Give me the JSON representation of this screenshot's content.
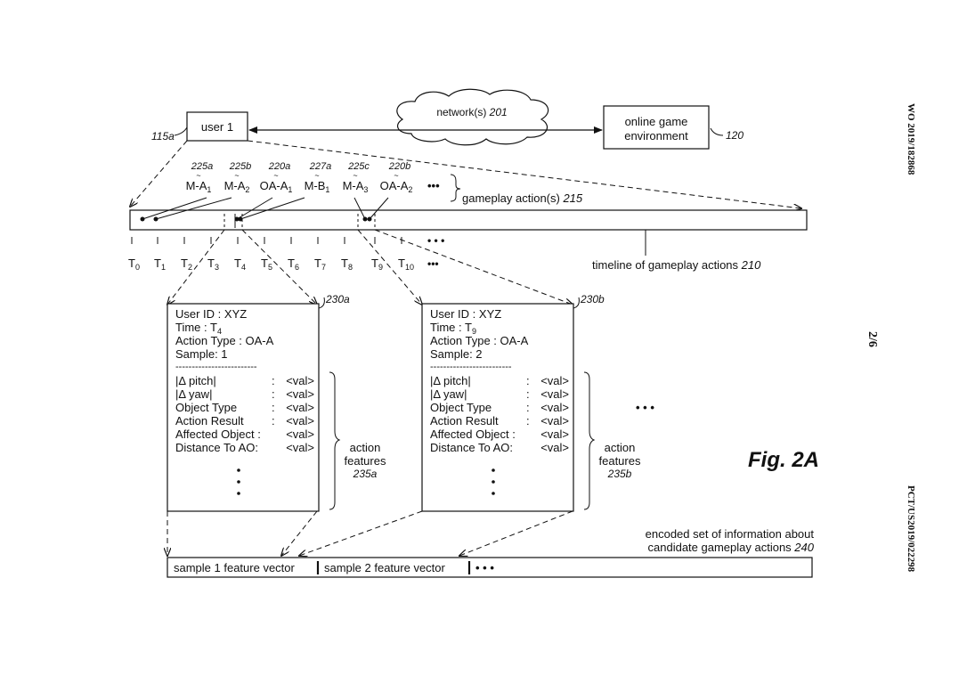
{
  "side": {
    "publication": "WO 2019/182868",
    "sheet": "2/6",
    "application": "PCT/US2019/022298"
  },
  "top": {
    "user_label": "user 1",
    "user_ref": "115a",
    "network_label": "network(s) ",
    "network_ref": "201",
    "env_line1": "online game",
    "env_line2": "environment",
    "env_ref": "120"
  },
  "actions": {
    "items": [
      {
        "ref": "225a",
        "base": "M-A",
        "sub": "1"
      },
      {
        "ref": "225b",
        "base": "M-A",
        "sub": "2"
      },
      {
        "ref": "220a",
        "base": "OA-A",
        "sub": "1"
      },
      {
        "ref": "227a",
        "base": "M-B",
        "sub": "1"
      },
      {
        "ref": "225c",
        "base": "M-A",
        "sub": "3"
      },
      {
        "ref": "220b",
        "base": "OA-A",
        "sub": "2"
      }
    ],
    "ellipsis": "•••",
    "group_label": "gameplay action(s) ",
    "group_ref": "215"
  },
  "timeline": {
    "ticks": [
      {
        "base": "T",
        "sub": "0"
      },
      {
        "base": "T",
        "sub": "1"
      },
      {
        "base": "T",
        "sub": "2"
      },
      {
        "base": "T",
        "sub": "3"
      },
      {
        "base": "T",
        "sub": "4"
      },
      {
        "base": "T",
        "sub": "5"
      },
      {
        "base": "T",
        "sub": "6"
      },
      {
        "base": "T",
        "sub": "7"
      },
      {
        "base": "T",
        "sub": "8"
      },
      {
        "base": "T",
        "sub": "9"
      },
      {
        "base": "T",
        "sub": "10"
      }
    ],
    "ellipsis_ticks": "• • •",
    "ellipsis_labels": "•••",
    "label": "timeline of gameplay actions ",
    "label_ref": "210"
  },
  "samples": [
    {
      "ref": "230a",
      "user_id": "User ID : XYZ",
      "time_base": "Time : T",
      "time_sub": "4",
      "action_type": "Action Type : OA-A",
      "sample": "Sample: 1",
      "separator": "-------------------------",
      "features": [
        {
          "name": "|Δ  pitch|",
          "sep": ":",
          "val": "<val>"
        },
        {
          "name": "|Δ yaw|",
          "sep": ":",
          "val": "<val>"
        },
        {
          "name": "Object Type",
          "sep": ":",
          "val": "<val>"
        },
        {
          "name": "Action Result",
          "sep": ":",
          "val": "<val>"
        },
        {
          "name": "Affected Object :",
          "sep": "",
          "val": "<val>"
        },
        {
          "name": "Distance To AO:",
          "sep": "",
          "val": "<val>"
        }
      ],
      "features_label1": "action",
      "features_label2": "features",
      "features_ref": "235a"
    },
    {
      "ref": "230b",
      "user_id": "User ID : XYZ",
      "time_base": "Time : T",
      "time_sub": "9",
      "action_type": "Action Type : OA-A",
      "sample": "Sample: 2",
      "separator": "-------------------------",
      "features": [
        {
          "name": "|Δ  pitch|",
          "sep": ":",
          "val": "<val>"
        },
        {
          "name": "|Δ yaw|",
          "sep": ":",
          "val": "<val>"
        },
        {
          "name": "Object Type",
          "sep": ":",
          "val": "<val>"
        },
        {
          "name": "Action Result",
          "sep": ":",
          "val": "<val>"
        },
        {
          "name": "Affected Object :",
          "sep": "",
          "val": "<val>"
        },
        {
          "name": "Distance To AO:",
          "sep": "",
          "val": "<val>"
        }
      ],
      "features_label1": "action",
      "features_label2": "features",
      "features_ref": "235b"
    }
  ],
  "more_samples": "• • •",
  "figure_label": "Fig. 2A",
  "encoded": {
    "line1": "encoded set of information about",
    "line2": "candidate gameplay actions ",
    "ref": "240",
    "vec1": "sample 1 feature vector",
    "vec2": "sample 2 feature vector",
    "ellipsis": "• • •"
  }
}
